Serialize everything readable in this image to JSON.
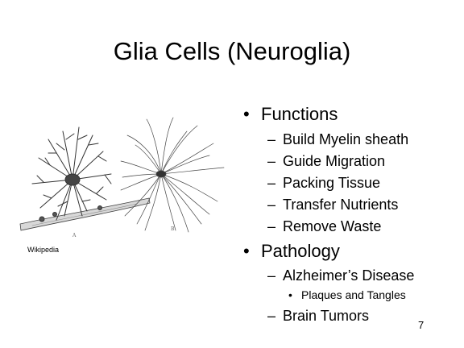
{
  "slide": {
    "title": "Glia Cells (Neuroglia)",
    "image_credit": "Wikipedia",
    "figure_labels": {
      "left": "A",
      "right": "B"
    },
    "page_number": "7"
  },
  "bullets": {
    "functions": {
      "label": "Functions",
      "items": [
        "Build Myelin sheath",
        "Guide Migration",
        "Packing Tissue",
        "Transfer Nutrients",
        "Remove Waste"
      ]
    },
    "pathology": {
      "label": "Pathology",
      "items": [
        {
          "label": "Alzheimer’s Disease",
          "sub": "Plaques and Tangles"
        },
        {
          "label": "Brain Tumors"
        }
      ]
    }
  },
  "icons": {
    "bullet": "•",
    "dash": "–"
  }
}
